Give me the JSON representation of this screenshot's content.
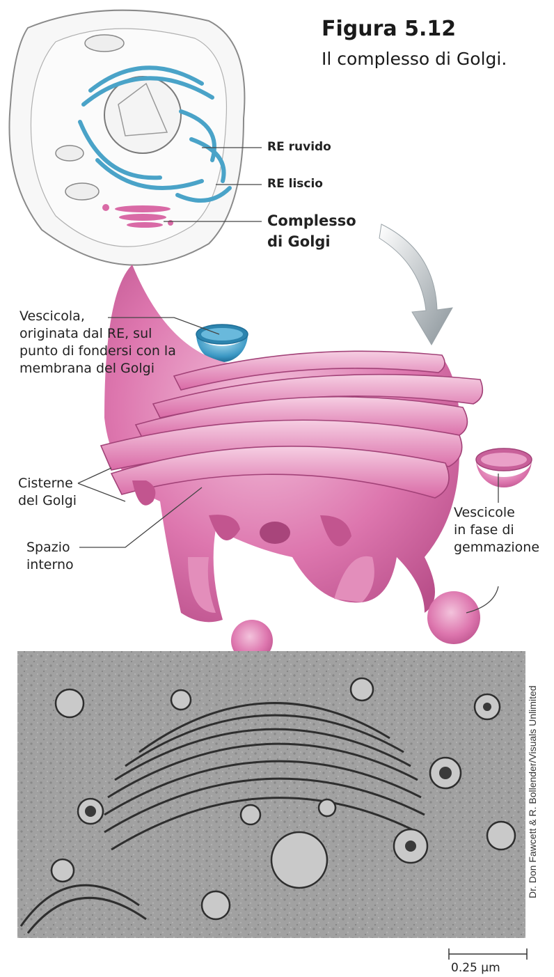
{
  "figure": {
    "number": "Figura 5.12",
    "caption": "Il complesso di Golgi."
  },
  "cell_labels": {
    "rough_er": "RE ruvido",
    "smooth_er": "RE liscio",
    "golgi_line1": "Complesso",
    "golgi_line2": "di Golgi"
  },
  "golgi_labels": {
    "vesicle_line1": "Vescicola,",
    "vesicle_line2": "originata dal RE, sul",
    "vesicle_line3": "punto di fondersi con la",
    "vesicle_line4": "membrana del Golgi",
    "cisterns_line1": "Cisterne",
    "cisterns_line2": "del Golgi",
    "space_line1": "Spazio",
    "space_line2": "interno",
    "budding_line1": "Vescicole",
    "budding_line2": "in fase di",
    "budding_line3": "gemmazione"
  },
  "micrograph": {
    "credit": "Dr. Don Fawcett & R. Bollender/Visuals Unlimited",
    "scale_bar": "0.25 µm"
  },
  "colors": {
    "er_blue": "#4aa3c8",
    "golgi_pink": "#d96aa6",
    "golgi_light": "#eeb3d3",
    "arrow_gray": "#9aa3a8",
    "micrograph_gray": "#8f8f8f"
  }
}
